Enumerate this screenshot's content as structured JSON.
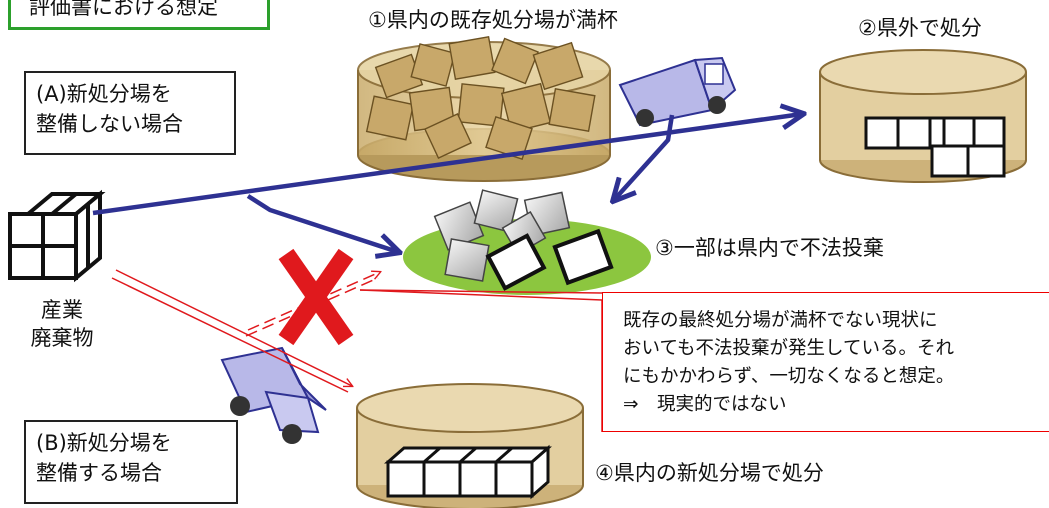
{
  "header": {
    "partial_label": "評価書における想定"
  },
  "scenarios": {
    "a": {
      "line1": "(A)新処分場を",
      "line2": "整備しない場合"
    },
    "b": {
      "line1": "(B)新処分場を",
      "line2": "整備する場合"
    }
  },
  "source": {
    "line1": "産業",
    "line2": "廃棄物"
  },
  "outcomes": {
    "full_landfill": "①県内の既存処分場が満杯",
    "out_of_pref": "②県外で処分",
    "illegal_dumping": "③一部は県内で不法投棄",
    "new_landfill": "④県内の新処分場で処分"
  },
  "callout": {
    "line1": "既存の最終処分場が満杯でない現状に",
    "line2": "おいても不法投棄が発生している。それ",
    "line3": "にもかかわらず、一切なくなると想定。",
    "line4": "⇒　現実的ではない"
  },
  "colors": {
    "blue_arrow": "#2e3192",
    "red_arrow": "#e0191d",
    "green_frame": "#2ca02c",
    "ground": "#8cc63f",
    "landfill": "#d9c08a"
  }
}
